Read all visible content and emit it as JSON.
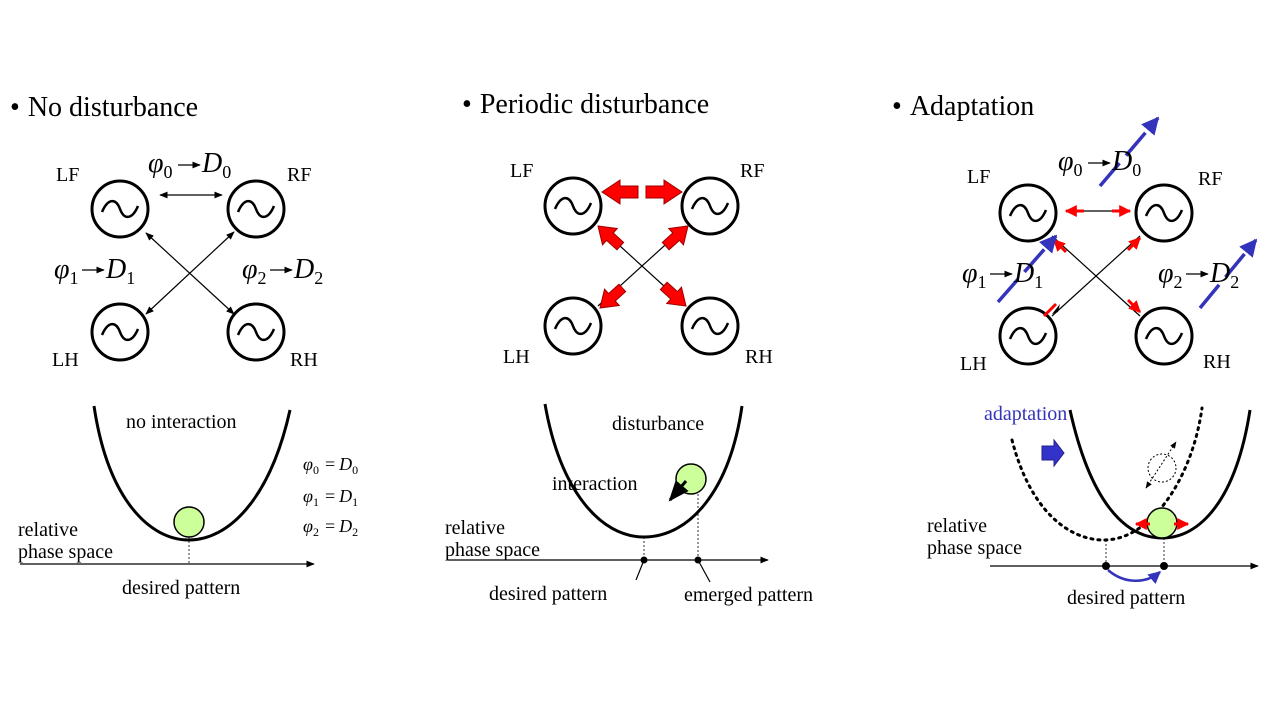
{
  "panels": [
    {
      "title": "No disturbance",
      "legs": {
        "lf": "LF",
        "rf": "RF",
        "lh": "LH",
        "rh": "RH"
      },
      "relations": [
        {
          "sym": "φ",
          "sub": "0",
          "target": "D",
          "tsub": "0"
        },
        {
          "sym": "φ",
          "sub": "1",
          "target": "D",
          "tsub": "1"
        },
        {
          "sym": "φ",
          "sub": "2",
          "target": "D",
          "tsub": "2"
        }
      ],
      "well_label": "no interaction",
      "axis_label_line1": "relative",
      "axis_label_line2": "phase space",
      "pattern_label": "desired pattern",
      "equations": [
        {
          "lhs": "φ",
          "lsub": "0",
          "rhs": "D",
          "rsub": "0"
        },
        {
          "lhs": "φ",
          "lsub": "1",
          "rhs": "D",
          "rsub": "1"
        },
        {
          "lhs": "φ",
          "lsub": "2",
          "rhs": "D",
          "rsub": "2"
        }
      ]
    },
    {
      "title": "Periodic disturbance",
      "legs": {
        "lf": "LF",
        "rf": "RF",
        "lh": "LH",
        "rh": "RH"
      },
      "well_label": "disturbance",
      "interaction_label": "interaction",
      "axis_label_line1": "relative",
      "axis_label_line2": "phase space",
      "pattern_label": "desired pattern",
      "emerged_label": "emerged pattern"
    },
    {
      "title": "Adaptation",
      "legs": {
        "lf": "LF",
        "rf": "RF",
        "lh": "LH",
        "rh": "RH"
      },
      "relations": [
        {
          "sym": "φ",
          "sub": "0",
          "target": "D",
          "tsub": "0"
        },
        {
          "sym": "φ",
          "sub": "1",
          "target": "D",
          "tsub": "1"
        },
        {
          "sym": "φ",
          "sub": "2",
          "target": "D",
          "tsub": "2"
        }
      ],
      "adaptation_label": "adaptation",
      "axis_label_line1": "relative",
      "axis_label_line2": "phase space",
      "pattern_label": "desired pattern"
    }
  ],
  "bullet": "•",
  "arrow": "→",
  "equals": "=",
  "colors": {
    "disturbance": "#ff0000",
    "adaptation": "#3333bb",
    "ball": "#ccff99"
  }
}
